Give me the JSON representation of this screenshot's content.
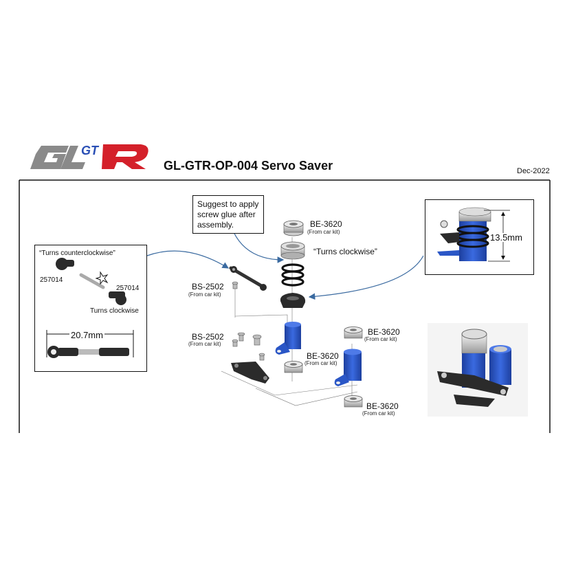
{
  "header": {
    "logo": "GL GT R",
    "title": "GL-GTR-OP-004 Servo Saver",
    "date": "Dec-2022"
  },
  "note_box": {
    "text_lines": [
      "Suggest to apply",
      "screw glue after",
      "assembly."
    ]
  },
  "left_inset": {
    "caption": "“Turns counterclockwise”",
    "part_left": "257014",
    "part_right": "257014",
    "turns": "Turns clockwise",
    "dimension": "20.7mm"
  },
  "right_inset": {
    "dimension": "13.5mm"
  },
  "labels": {
    "be_top": "BE-3620",
    "be_top_sub": "(From car kit)",
    "turns_clockwise": "“Turns clockwise”",
    "bs_upper": "BS-2502",
    "bs_upper_sub": "(From car kit)",
    "bs_lower": "BS-2502",
    "bs_lower_sub": "(From car kit)",
    "be_mid_right": "BE-3620",
    "be_mid_right_sub": "(From car kit)",
    "be_center": "BE-3620",
    "be_center_sub": "(From car kit)",
    "be_bottom": "BE-3620",
    "be_bottom_sub": "(From car kit)"
  },
  "colors": {
    "blue_part": "#2a56c6",
    "dark_part": "#2b2b2b",
    "logo_gray": "#8a8a8a",
    "logo_red": "#d4202a",
    "logo_blue": "#2a4fb5",
    "arrow": "#3a6aa0"
  }
}
